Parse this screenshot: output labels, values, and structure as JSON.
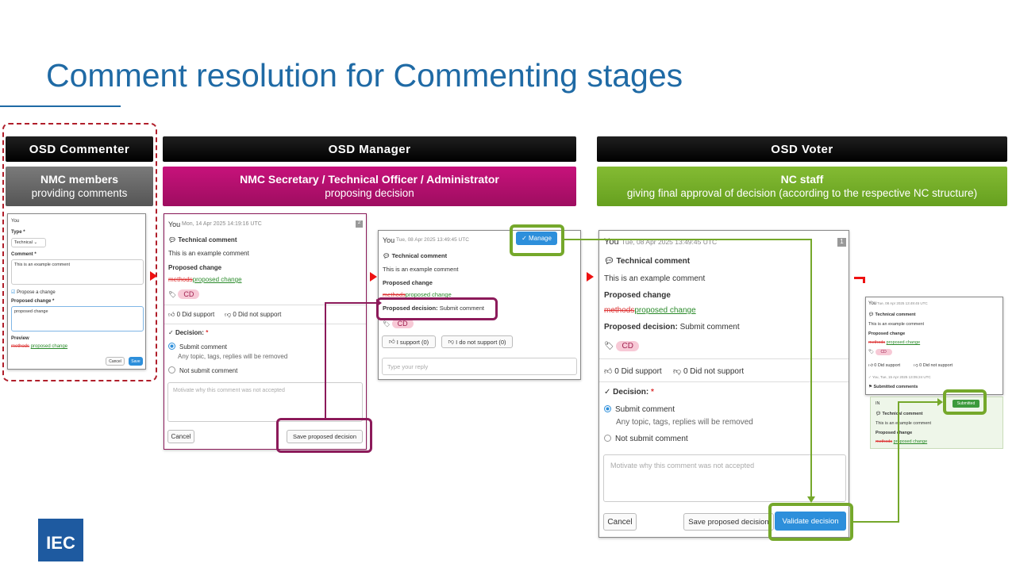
{
  "slide": {
    "title": "Comment resolution for Commenting stages"
  },
  "roles": {
    "commenter": "OSD Commenter",
    "manager": "OSD Manager",
    "voter": "OSD Voter"
  },
  "groups": {
    "commenter": {
      "title": "NMC members",
      "subtitle": "providing comments"
    },
    "manager": {
      "title": "NMC Secretary / Technical Officer / Administrator",
      "subtitle": "proposing decision"
    },
    "voter": {
      "title": "NC staff",
      "subtitle": "giving final approval of decision (according to the respective NC structure)"
    }
  },
  "form": {
    "author": "You",
    "type_label": "Type *",
    "type_value": "Technical",
    "comment_label": "Comment *",
    "comment_value": "This is an example comment",
    "propose_label": "Propose a change",
    "proposed_label": "Proposed change *",
    "proposed_value": "proposed change",
    "preview_label": "Preview",
    "preview_old": "methods",
    "preview_new": "proposed change",
    "cancel": "Cancel",
    "save": "Save"
  },
  "mgr": {
    "author": "You",
    "date": "Mon, 14 Apr 2025 14:19:16 UTC",
    "count": "2",
    "kind": "Technical comment",
    "text": "This is an example comment",
    "proposed_label": "Proposed change",
    "old": "methods",
    "new": "proposed change",
    "tag": "CD",
    "support": "0 Did support",
    "nosupport": "0 Did not support",
    "decision_label": "Decision:",
    "req": "*",
    "submit": "Submit comment",
    "submit_note": "Any topic, tags, replies will be removed",
    "notsubmit": "Not submit comment",
    "motivate": "Motivate why this comment was not accepted",
    "cancel": "Cancel",
    "save": "Save proposed decision"
  },
  "mid": {
    "author": "You",
    "date": "Tue, 08 Apr 2025 13:49:45 UTC",
    "manage": "Manage",
    "kind": "Technical comment",
    "text": "This is an example comment",
    "proposed_label": "Proposed change",
    "old": "methods",
    "new": "proposed change",
    "decision_label": "Proposed decision:",
    "decision_value": "Submit comment",
    "tag": "CD",
    "support": "I support (0)",
    "nosupport": "I do not support (0)",
    "reply": "Type your reply"
  },
  "voter": {
    "author": "You",
    "date": "Tue, 08 Apr 2025 13:49:45 UTC",
    "count": "1",
    "kind": "Technical comment",
    "text": "This is an example comment",
    "proposed_label": "Proposed change",
    "old": "methods",
    "new": "proposed change",
    "decision_label": "Proposed decision:",
    "decision_value": "Submit comment",
    "tag": "CD",
    "support": "0 Did support",
    "nosupport": "0 Did not support",
    "vdecision_label": "Decision:",
    "req": "*",
    "submit": "Submit comment",
    "submit_note": "Any topic, tags, replies will be removed",
    "notsubmit": "Not submit comment",
    "motivate": "Motivate why this comment was not accepted",
    "cancel": "Cancel",
    "save": "Save proposed decision",
    "validate": "Validate decision"
  },
  "final": {
    "author": "You",
    "date": "Tue, 08 Apr 2025 13:49:45 UTC",
    "kind": "Technical comment",
    "text": "This is an example comment",
    "proposed_label": "Proposed change",
    "old": "methods",
    "new": "proposed change",
    "tag": "CD",
    "support": "0 Did support",
    "nosupport": "0 Did not support",
    "history": "You, Tue, 15 Apr 2025 13:05:24 UTC",
    "submitted_comments": "Submitted comments",
    "in": "IN",
    "status": "Submitted",
    "kind2": "Technical comment",
    "text2": "This is an example comment",
    "proposed_label2": "Proposed change",
    "old2": "methods",
    "new2": "proposed change"
  },
  "logo": "IEC",
  "colors": {
    "title": "#1f6aa5",
    "magenta": "#b0106a",
    "green": "#75a82b",
    "gray": "#666666"
  }
}
